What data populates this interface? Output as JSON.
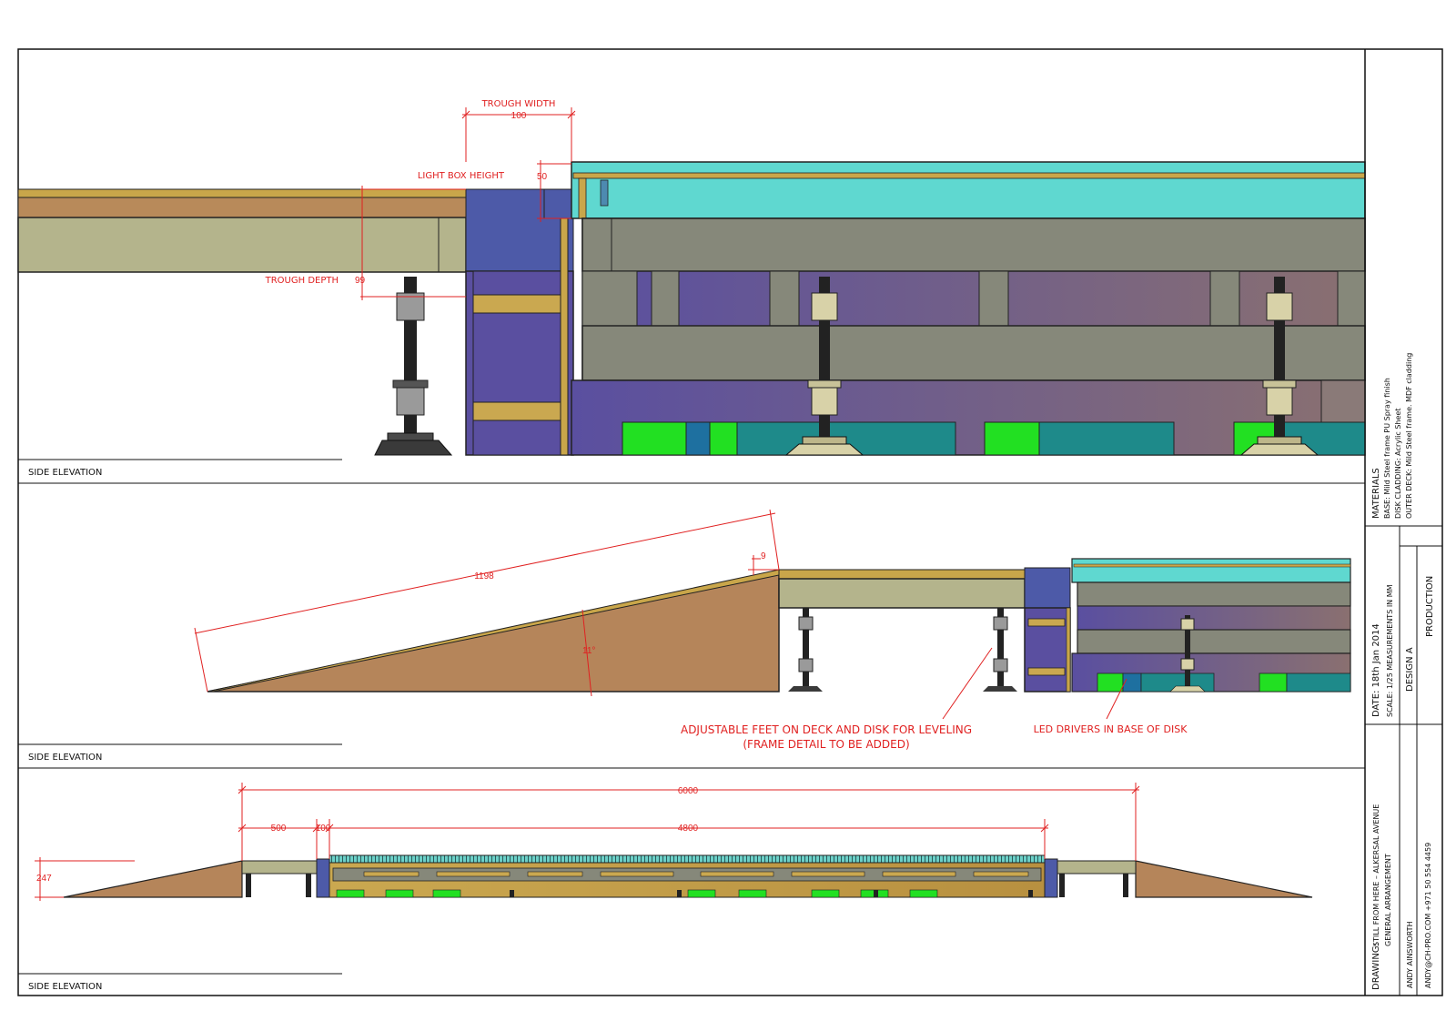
{
  "views": {
    "top": {
      "label": "SIDE ELEVATION",
      "dims": {
        "trough_width_label": "TROUGH WIDTH",
        "trough_width_value": "100",
        "light_box_label": "LIGHT BOX HEIGHT",
        "light_box_value": "50",
        "trough_depth_label": "TROUGH DEPTH",
        "trough_depth_value": "99"
      }
    },
    "middle": {
      "label": "SIDE ELEVATION",
      "dims": {
        "ramp_length": "1198",
        "ramp_rise": "9",
        "ramp_angle": "11°"
      },
      "notes": {
        "feet_line1": "ADJUSTABLE FEET ON DECK AND DISK FOR LEVELING",
        "feet_line2": "(FRAME DETAIL TO BE ADDED)",
        "led": "LED DRIVERS IN BASE OF DISK"
      }
    },
    "bottom": {
      "label": "SIDE ELEVATION",
      "dims": {
        "overall": "6000",
        "deck": "500",
        "trough": "100",
        "disk": "4800",
        "height": "247"
      }
    }
  },
  "title_block": {
    "materials_heading": "MATERIALS",
    "materials_base": "BASE: Mild Steel frame PU Spray finish",
    "materials_disk": "DISK CLADDING: Acrylic Sheet",
    "materials_outer": "OUTER DECK: Mild Steel frame. MDF cladding",
    "date": "DATE: 18th Jan 2014",
    "scale": "SCALE: 1/25 MEASUREMENTS IN MM",
    "design": "DESIGN A",
    "production": "PRODUCTION",
    "drawing_label": "DRAWING:",
    "drawing_title1": "STILL FROM HERE – ALKERSAL AVENUE",
    "drawing_title2": "GENERAL ARRANGEMENT",
    "author": "ANDY AINSWORTH",
    "author_contact": "ANDY@CH-PRO.COM +971 50 554 4459"
  },
  "colors": {
    "deck_top": "#c9a64a",
    "deck_wood": "#b88a5a",
    "deck_frame": "#b4b48c",
    "trough": "#4d5aa8",
    "disk_top": "#5fd8d0",
    "disk_frame": "#86887a",
    "disk_base": "#6a5ea0",
    "led_green": "#22e022",
    "led_teal": "#1e8a8a",
    "ramp": "#b5855a",
    "dimension": "#e02020"
  }
}
